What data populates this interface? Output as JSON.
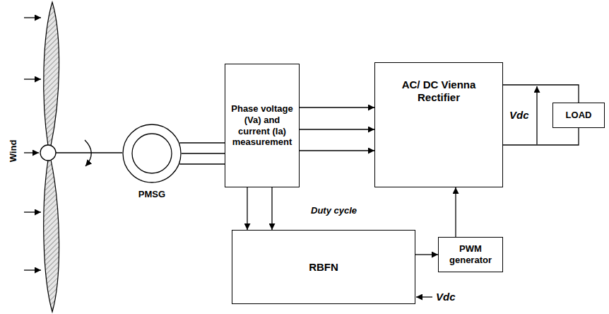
{
  "diagram": {
    "nodes": [
      {
        "text": [
          "PMSG"
        ]
      },
      {
        "text": [
          "Phase voltage (Va) and current (Ia) measurement"
        ]
      },
      {
        "text": [
          "AC/ DC Vienna Rectifier"
        ]
      },
      {
        "text": [
          "LOAD"
        ]
      },
      {
        "text": [
          "RBFN"
        ]
      },
      {
        "text": [
          "PWM generator"
        ]
      }
    ],
    "edges": [
      {
        "from": 0,
        "to": 1,
        "arrow": "none"
      },
      {
        "from": 0,
        "to": 1,
        "arrow": "none"
      },
      {
        "from": 0,
        "to": 1,
        "arrow": "none"
      },
      {
        "from": 1,
        "to": 2,
        "arrow": "to"
      },
      {
        "from": 1,
        "to": 2,
        "arrow": "to"
      },
      {
        "from": 1,
        "to": 2,
        "arrow": "to"
      },
      {
        "from": 1,
        "to": 4,
        "arrow": "to"
      },
      {
        "from": 1,
        "to": 4,
        "arrow": "to"
      },
      {
        "from": 4,
        "to": 5,
        "arrow": "to"
      },
      {
        "from": 5,
        "to": 2,
        "arrow": "to"
      },
      {
        "from": 2,
        "to": 3,
        "arrow": "none"
      },
      {
        "from": 2,
        "to": 3,
        "arrow": "none"
      }
    ],
    "labels": [
      "Wind",
      "Duty cycle",
      "Vdc",
      "Vdc"
    ]
  }
}
